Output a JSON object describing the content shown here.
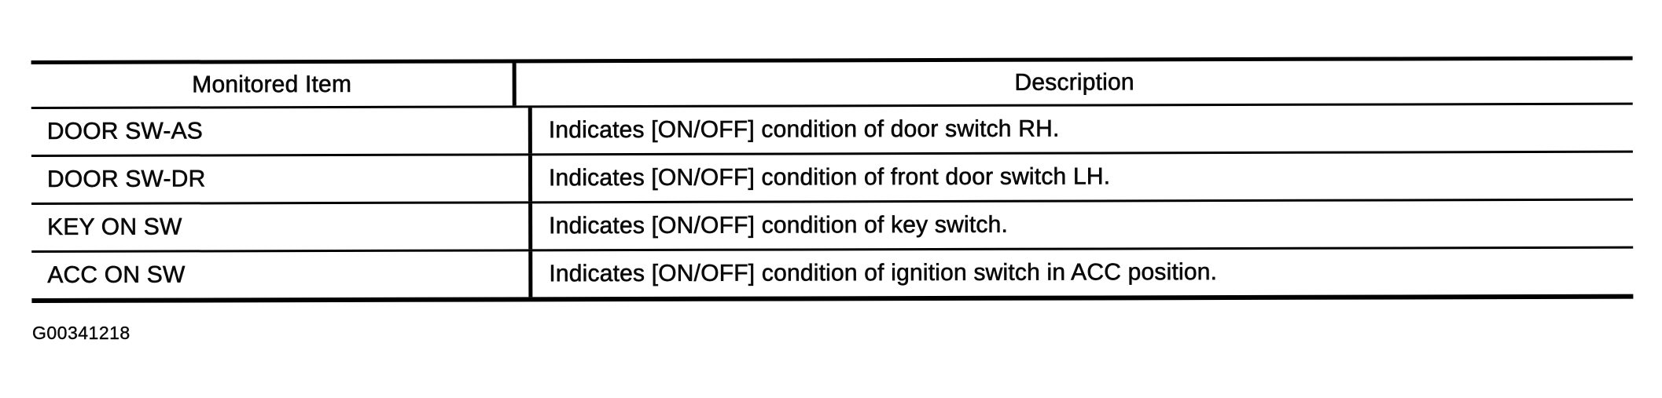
{
  "document": {
    "table": {
      "columns": [
        "Monitored Item",
        "Description"
      ],
      "rows": [
        {
          "item": "DOOR SW-AS",
          "description": "Indicates [ON/OFF] condition of door switch RH."
        },
        {
          "item": "DOOR SW-DR",
          "description": "Indicates [ON/OFF] condition of front door switch LH."
        },
        {
          "item": "KEY ON SW",
          "description": "Indicates [ON/OFF] condition of key switch."
        },
        {
          "item": "ACC ON SW",
          "description": "Indicates [ON/OFF] condition of ignition switch in ACC position."
        }
      ]
    },
    "figure_id": "G00341218"
  },
  "colors": {
    "ink": "#0a0a0a",
    "paper": "#ffffff",
    "rule": "#000000"
  }
}
